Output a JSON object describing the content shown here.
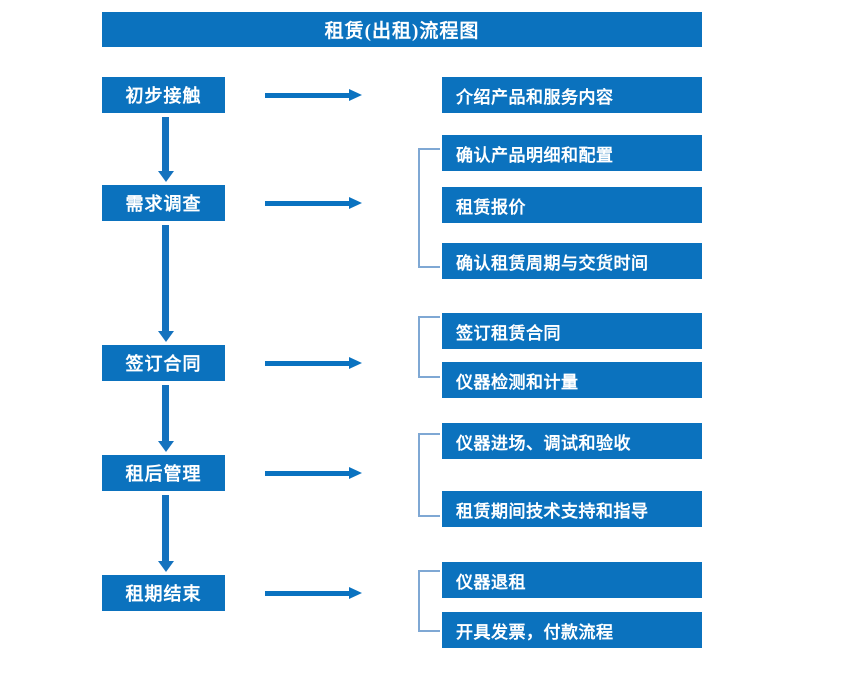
{
  "diagram": {
    "title": "租赁(出租)流程图",
    "colors": {
      "box_blue": "#0B72BE",
      "arrow_blue": "#0A72C0",
      "bracket_blue": "#7FA8D4",
      "text_white": "#FFFFFF",
      "background": "#FFFFFF"
    },
    "stages": [
      {
        "label": "初步接触"
      },
      {
        "label": "需求调查"
      },
      {
        "label": "签订合同"
      },
      {
        "label": "租后管理"
      },
      {
        "label": "租期结束"
      }
    ],
    "details": [
      {
        "label": "介绍产品和服务内容"
      },
      {
        "label": "确认产品明细和配置"
      },
      {
        "label": "租赁报价"
      },
      {
        "label": "确认租赁周期与交货时间"
      },
      {
        "label": "签订租赁合同"
      },
      {
        "label": "仪器检测和计量"
      },
      {
        "label": "仪器进场、调试和验收"
      },
      {
        "label": "租赁期间技术支持和指导"
      },
      {
        "label": "仪器退租"
      },
      {
        "label": "开具发票，付款流程"
      }
    ]
  }
}
